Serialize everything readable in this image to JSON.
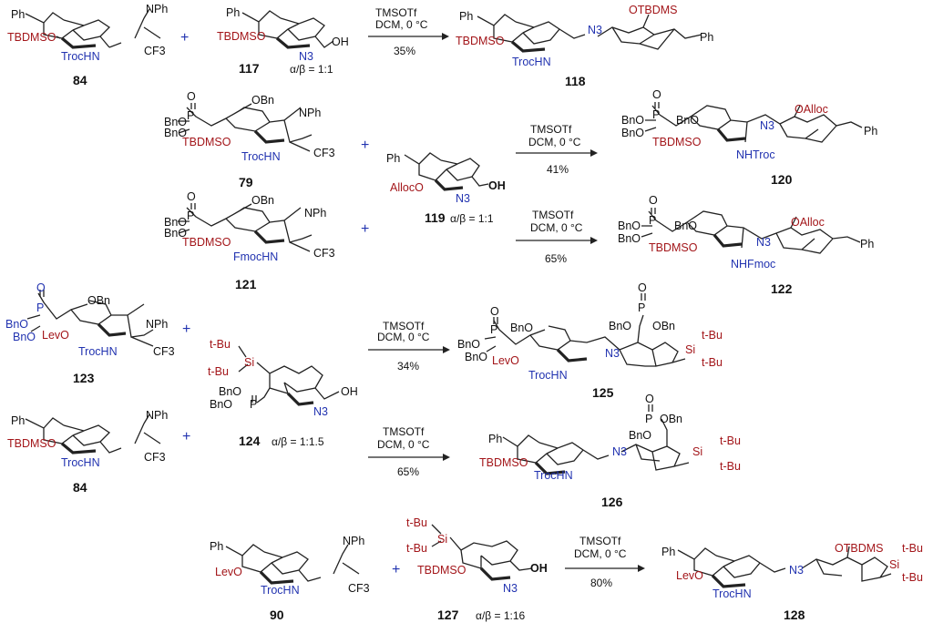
{
  "reactions": [
    {
      "donor": {
        "number": "84",
        "labels": {
          "ph": "Ph",
          "tbdmso": "TBDMSO",
          "trochn": "TrocHN",
          "nph": "NPh",
          "cf3": "CF3"
        }
      },
      "acceptor": {
        "number": "117",
        "ratio": "α/β = 1:1",
        "labels": {
          "ph": "Ph",
          "tbdmso": "TBDMSO",
          "n3": "N3",
          "oh": "OH"
        }
      },
      "conditions": {
        "reagent": "TMSOTf",
        "solvent": "DCM, 0 °C",
        "yield": "35%"
      },
      "product": {
        "number": "118",
        "labels": {
          "ph1": "Ph",
          "tbdmso": "TBDMSO",
          "trochn": "TrocHN",
          "n3": "N3",
          "otbdms": "OTBDMS",
          "ph2": "Ph"
        }
      }
    },
    {
      "donor": {
        "number": "79",
        "labels": {
          "o": "O",
          "p": "P",
          "bno1": "BnO",
          "bno2": "BnO",
          "obn": "OBn",
          "tbdmso": "TBDMSO",
          "trochn": "TrocHN",
          "nph": "NPh",
          "cf3": "CF3"
        }
      },
      "acceptor": {
        "number": "119",
        "ratio": "α/β = 1:1",
        "labels": {
          "ph": "Ph",
          "allocO": "AllocO",
          "n3": "N3",
          "oh": "OH"
        }
      },
      "conditions": {
        "reagent": "TMSOTf",
        "solvent": "DCM, 0 °C",
        "yield": "41%"
      },
      "product": {
        "number": "120",
        "labels": {
          "o": "O",
          "p": "P",
          "bno1": "BnO",
          "bno2": "BnO",
          "bno3": "BnO",
          "tbdmso": "TBDMSO",
          "nhtroc": "NHTroc",
          "n3": "N3",
          "oalloc": "OAlloc",
          "ph": "Ph"
        }
      }
    },
    {
      "donor": {
        "number": "121",
        "labels": {
          "o": "O",
          "p": "P",
          "bno1": "BnO",
          "bno2": "BnO",
          "obn": "OBn",
          "tbdmso": "TBDMSO",
          "fmochn": "FmocHN",
          "nph": "NPh",
          "cf3": "CF3"
        }
      },
      "conditions": {
        "reagent": "TMSOTf",
        "solvent": "DCM, 0 °C",
        "yield": "65%"
      },
      "product": {
        "number": "122",
        "labels": {
          "o": "O",
          "p": "P",
          "bno1": "BnO",
          "bno2": "BnO",
          "bno3": "BnO",
          "tbdmso": "TBDMSO",
          "nhfmoc": "NHFmoc",
          "n3": "N3",
          "oalloc": "OAlloc",
          "ph": "Ph"
        }
      }
    },
    {
      "donor": {
        "number": "123",
        "labels": {
          "o": "O",
          "p": "P",
          "bno1": "BnO",
          "bno2": "BnO",
          "obn": "OBn",
          "levo": "LevO",
          "trochn": "TrocHN",
          "nph": "NPh",
          "cf3": "CF3"
        }
      },
      "acceptor": {
        "number": "124",
        "ratio": "α/β = 1:1.5",
        "labels": {
          "tbu1": "t-Bu",
          "tbu2": "t-Bu",
          "si": "Si",
          "bno1": "BnO",
          "bno2": "BnO",
          "p": "P",
          "n3": "N3",
          "oh": "OH"
        }
      },
      "conditions": {
        "reagent": "TMSOTf",
        "solvent": "DCM, 0 °C",
        "yield": "34%"
      },
      "product": {
        "number": "125",
        "labels": {
          "o1": "O",
          "p1": "P",
          "bno1": "BnO",
          "bno2": "BnO",
          "bno3": "BnO",
          "levo": "LevO",
          "trochn": "TrocHN",
          "n3": "N3",
          "o2": "O",
          "p2": "P",
          "bno4": "BnO",
          "obn": "OBn",
          "si": "Si",
          "tbu1": "t-Bu",
          "tbu2": "t-Bu"
        }
      }
    },
    {
      "donor": {
        "number": "84",
        "labels": {
          "ph": "Ph",
          "tbdmso": "TBDMSO",
          "trochn": "TrocHN",
          "nph": "NPh",
          "cf3": "CF3"
        }
      },
      "conditions": {
        "reagent": "TMSOTf",
        "solvent": "DCM, 0 °C",
        "yield": "65%"
      },
      "product": {
        "number": "126",
        "labels": {
          "ph": "Ph",
          "tbdmso": "TBDMSO",
          "trochn": "TrocHN",
          "n3": "N3",
          "o": "O",
          "p": "P",
          "obn": "OBn",
          "bno": "BnO",
          "si": "Si",
          "tbu1": "t-Bu",
          "tbu2": "t-Bu"
        }
      }
    },
    {
      "donor": {
        "number": "90",
        "labels": {
          "ph": "Ph",
          "levo": "LevO",
          "trochn": "TrocHN",
          "nph": "NPh",
          "cf3": "CF3"
        }
      },
      "acceptor": {
        "number": "127",
        "ratio": "α/β = 1:16",
        "labels": {
          "tbu1": "t-Bu",
          "tbu2": "t-Bu",
          "si": "Si",
          "tbdmso": "TBDMSO",
          "n3": "N3",
          "oh": "OH"
        }
      },
      "conditions": {
        "reagent": "TMSOTf",
        "solvent": "DCM, 0 °C",
        "yield": "80%"
      },
      "product": {
        "number": "128",
        "labels": {
          "ph": "Ph",
          "levo": "LevO",
          "trochn": "TrocHN",
          "n3": "N3",
          "otbdms": "OTBDMS",
          "si": "Si",
          "tbu1": "t-Bu",
          "tbu2": "t-Bu"
        }
      }
    }
  ],
  "plus": "+"
}
